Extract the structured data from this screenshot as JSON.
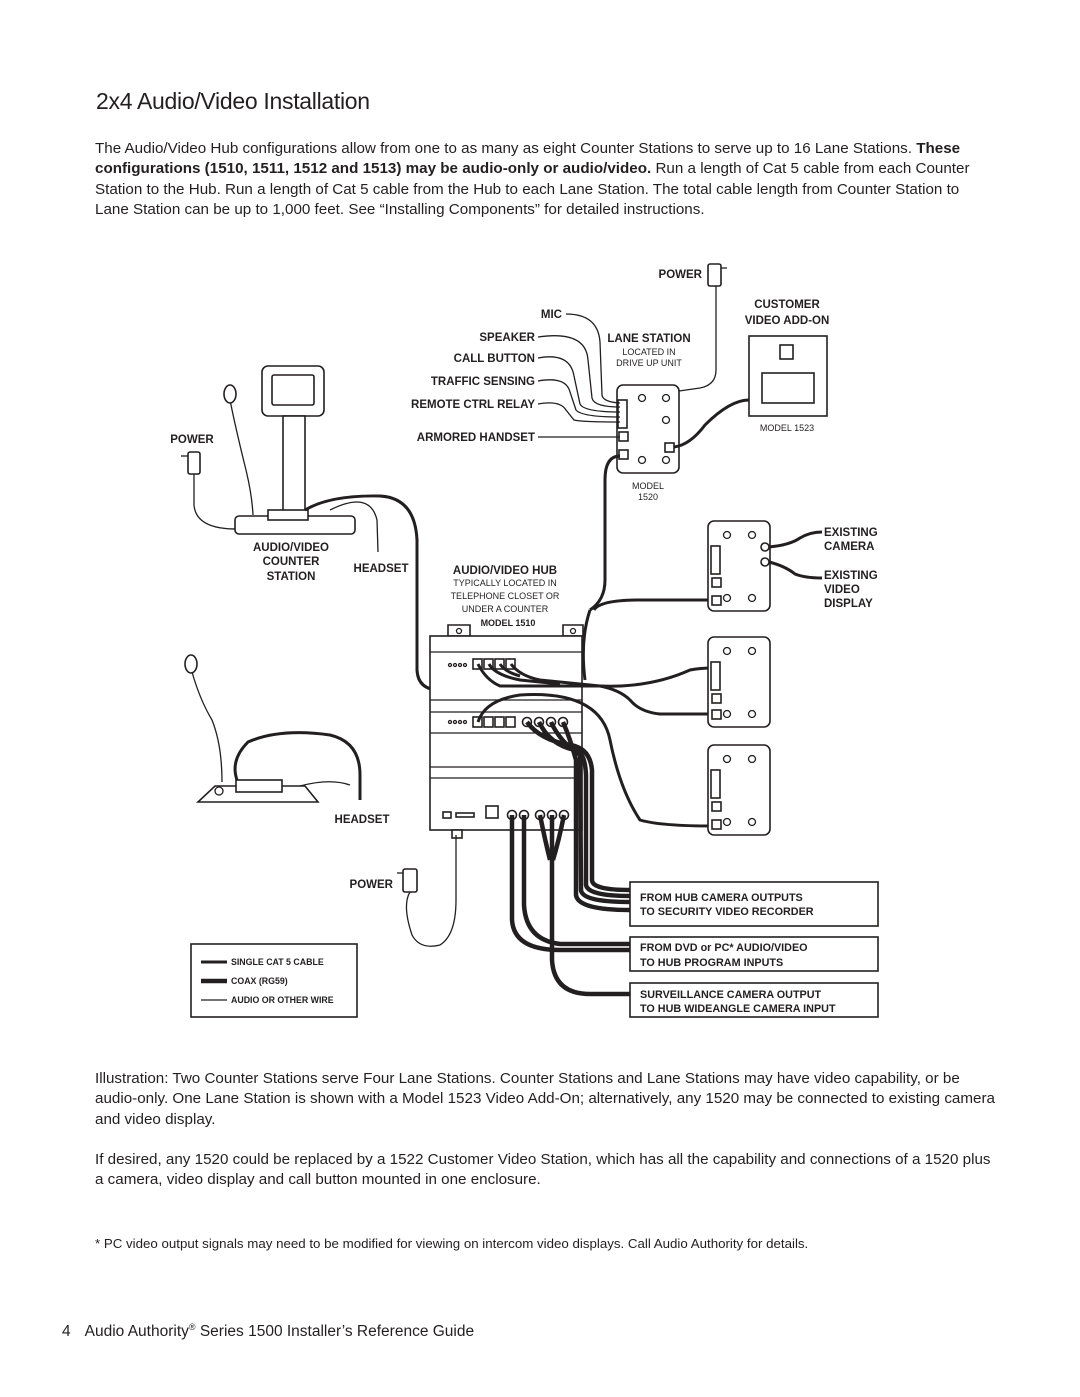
{
  "page": {
    "title": "2x4 Audio/Video Installation",
    "intro": {
      "part1": "The Audio/Video Hub configurations allow from one to as many as eight Counter Stations to serve up to 16 Lane Stations.",
      "bold": "These configurations (1510, 1511, 1512 and 1513) may be audio-only or audio/video.",
      "part2": "Run a length of Cat 5 cable from each Counter Station to the Hub. Run a length of Cat 5 cable from the Hub to each Lane Station. The total cable length from Counter Station to Lane Station can be up to 1,000 feet. See “Installing Components” for detailed instructions."
    },
    "caption": "Illustration: Two Counter Stations serve Four Lane Stations. Counter Stations and Lane Stations may have video capability, or be audio-only. One Lane Station is shown with a Model 1523 Video Add-On; alternatively, any 1520 may be connected to existing camera and video display.",
    "replacement_note": "If desired, any 1520 could be replaced by a 1522 Customer Video Station, which has all the capability and connections of a 1520 plus a camera, video display and call button mounted in one enclosure.",
    "footnote": "* PC video output signals may need to be modified for viewing on intercom video displays. Call Audio Authority for details.",
    "footer": {
      "page_number": "4",
      "brand": "Audio Authority",
      "reg_mark": "®",
      "guide": " Series 1500 Installer’s Reference Guide"
    }
  },
  "diagram": {
    "power_top": "POWER",
    "mic": "MIC",
    "speaker": "SPEAKER",
    "call_button": "CALL BUTTON",
    "traffic_sensing": "TRAFFIC SENSING",
    "remote_ctrl_relay": "REMOTE CTRL RELAY",
    "armored_handset": "ARMORED HANDSET",
    "lane_station": "LANE STATION",
    "lane_located_1": "LOCATED IN",
    "lane_located_2": "DRIVE UP UNIT",
    "model_1520_a": "MODEL",
    "model_1520_b": "1520",
    "customer_1": "CUSTOMER",
    "customer_2": "VIDEO ADD-ON",
    "model_1523": "MODEL 1523",
    "power_left": "POWER",
    "counter_1": "AUDIO/VIDEO",
    "counter_2": "COUNTER",
    "counter_3": "STATION",
    "headset_1": "HEADSET",
    "hub_title": "AUDIO/VIDEO HUB",
    "hub_sub_1": "TYPICALLY LOCATED IN",
    "hub_sub_2": "TELEPHONE CLOSET OR",
    "hub_sub_3": "UNDER A COUNTER",
    "model_1510": "MODEL 1510",
    "existing_camera_1": "EXISTING",
    "existing_camera_2": "CAMERA",
    "existing_video_1": "EXISTING",
    "existing_video_2": "VIDEO",
    "existing_video_3": "DISPLAY",
    "headset_2": "HEADSET",
    "power_bottom": "POWER",
    "box1_line1": "FROM HUB CAMERA OUTPUTS",
    "box1_line2": "TO SECURITY VIDEO RECORDER",
    "box2_line1": "FROM DVD or PC* AUDIO/VIDEO",
    "box2_line2": "TO HUB PROGRAM INPUTS",
    "box3_line1": "SURVEILLANCE CAMERA OUTPUT",
    "box3_line2": "TO HUB WIDEANGLE CAMERA INPUT",
    "legend": {
      "cat5": "SINGLE CAT 5 CABLE",
      "coax": "COAX (RG59)",
      "wire": "AUDIO OR OTHER WIRE"
    }
  }
}
